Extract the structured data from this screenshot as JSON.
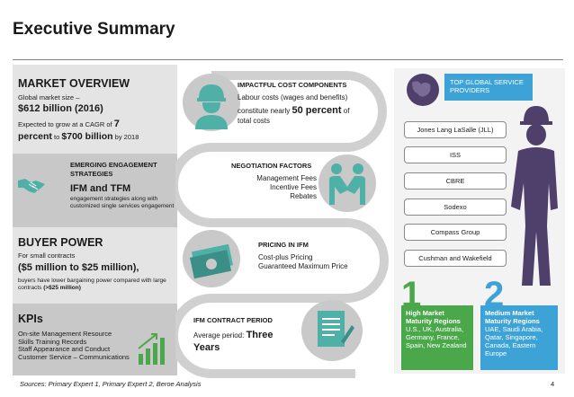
{
  "title": "Executive Summary",
  "market_overview": {
    "heading": "MARKET OVERVIEW",
    "size_label": "Global market size –",
    "size_value": "$612 billion (2016)",
    "growth_pre": "Expected to grow at a CAGR of",
    "growth_cagr": "7",
    "growth_percent": "percent",
    "growth_to": "to",
    "growth_value": "$700 billion",
    "growth_by": "by 2018"
  },
  "engagement": {
    "heading": "EMERGING ENGAGEMENT STRATEGIES",
    "strategy": "IFM and TFM",
    "desc": "engagement strategies along with customized single services engagement"
  },
  "buyer_power": {
    "heading": "BUYER POWER",
    "small_label": "For small contracts",
    "range": "($5 million to $25 million),",
    "desc_pre": "buyers have lower bargaining power compared with large contracts",
    "desc_bold": "(>$25 million)"
  },
  "kpis": {
    "heading": "KPIs",
    "items": [
      "On-site Management Resource",
      "Skills Training Records",
      "Staff Appearance and Conduct",
      "Customer Service – Communications"
    ]
  },
  "cost": {
    "heading": "IMPACTFUL COST COMPONENTS",
    "line1": "Labour costs (wages and benefits)",
    "line2_pre": "constitute nearly",
    "line2_bold": "50 percent",
    "line2_post": "of",
    "line3": "total costs"
  },
  "negotiation": {
    "heading": "NEGOTIATION FACTORS",
    "items": [
      "Management Fees",
      "Incentive Fees",
      "Rebates"
    ]
  },
  "pricing": {
    "heading": "PRICING IN IFM",
    "items": [
      "Cost-plus Pricing",
      "Guaranteed Maximum Price"
    ]
  },
  "contract": {
    "heading": "IFM CONTRACT PERIOD",
    "label": "Average period:",
    "value_1": "Three",
    "value_2": "Years"
  },
  "providers": {
    "heading": "TOP GLOBAL SERVICE PROVIDERS",
    "items": [
      "Jones Lang LaSalle (JLL)",
      "ISS",
      "CBRE",
      "Sodexo",
      "Compass Group",
      "Cushman and Wakefield"
    ]
  },
  "maturity": {
    "high": {
      "number": "1",
      "title": "High Market Maturity Regions",
      "regions": "U.S., UK, Australia, Germany, France, Spain, New Zealand"
    },
    "medium": {
      "number": "2",
      "title": "Medium Market Maturity Regions",
      "regions": "UAE, Saudi Arabia, Qatar, Singapore, Canada, Eastern Europe"
    }
  },
  "footer": "Sources: Primary Expert 1, Primary Expert 2, Beroe Analysis",
  "page": "4",
  "colors": {
    "green": "#4aa84a",
    "blue": "#3da3d6",
    "icon_purple": "#4f3f6b",
    "icon_teal": "#4fb0a8"
  }
}
